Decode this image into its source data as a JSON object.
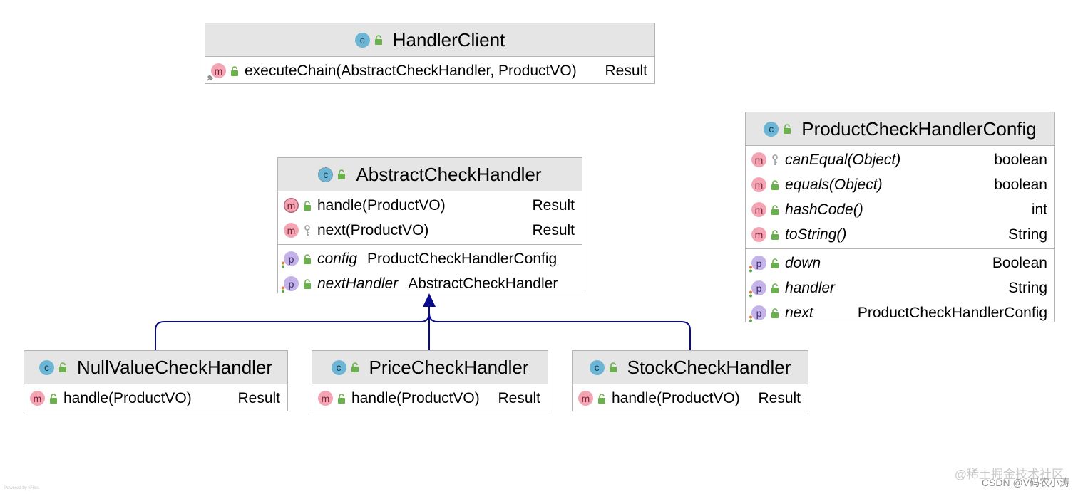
{
  "classes": {
    "handler_client": {
      "name": "HandlerClient",
      "methods": [
        {
          "name": "executeChain(AbstractCheckHandler, ProductVO)",
          "type": "Result"
        }
      ]
    },
    "config": {
      "name": "ProductCheckHandlerConfig",
      "methods": [
        {
          "name": "canEqual(Object)",
          "type": "boolean"
        },
        {
          "name": "equals(Object)",
          "type": "boolean"
        },
        {
          "name": "hashCode()",
          "type": "int"
        },
        {
          "name": "toString()",
          "type": "String"
        }
      ],
      "properties": [
        {
          "name": "down",
          "type": "Boolean"
        },
        {
          "name": "handler",
          "type": "String"
        },
        {
          "name": "next",
          "type": "ProductCheckHandlerConfig"
        }
      ]
    },
    "abstract_handler": {
      "name": "AbstractCheckHandler",
      "methods": [
        {
          "name": "handle(ProductVO)",
          "type": "Result"
        },
        {
          "name": "next(ProductVO)",
          "type": "Result"
        }
      ],
      "properties": [
        {
          "name": "config",
          "type": "ProductCheckHandlerConfig"
        },
        {
          "name": "nextHandler",
          "type": "AbstractCheckHandler"
        }
      ]
    },
    "null_value_handler": {
      "name": "NullValueCheckHandler",
      "methods": [
        {
          "name": "handle(ProductVO)",
          "type": "Result"
        }
      ]
    },
    "price_handler": {
      "name": "PriceCheckHandler",
      "methods": [
        {
          "name": "handle(ProductVO)",
          "type": "Result"
        }
      ]
    },
    "stock_handler": {
      "name": "StockCheckHandler",
      "methods": [
        {
          "name": "handle(ProductVO)",
          "type": "Result"
        }
      ]
    }
  },
  "icons": {
    "class_letter": "c",
    "method_letter": "m",
    "property_letter": "p"
  },
  "colors": {
    "inheritance_arrow": "#0a0a8c",
    "header_bg": "#e5e5e5",
    "border": "#b4b4b4"
  },
  "watermark": {
    "line1": "@稀土掘金技术社区",
    "line2": "CSDN @V码农小涛",
    "tiny": "Powered by yFiles"
  }
}
